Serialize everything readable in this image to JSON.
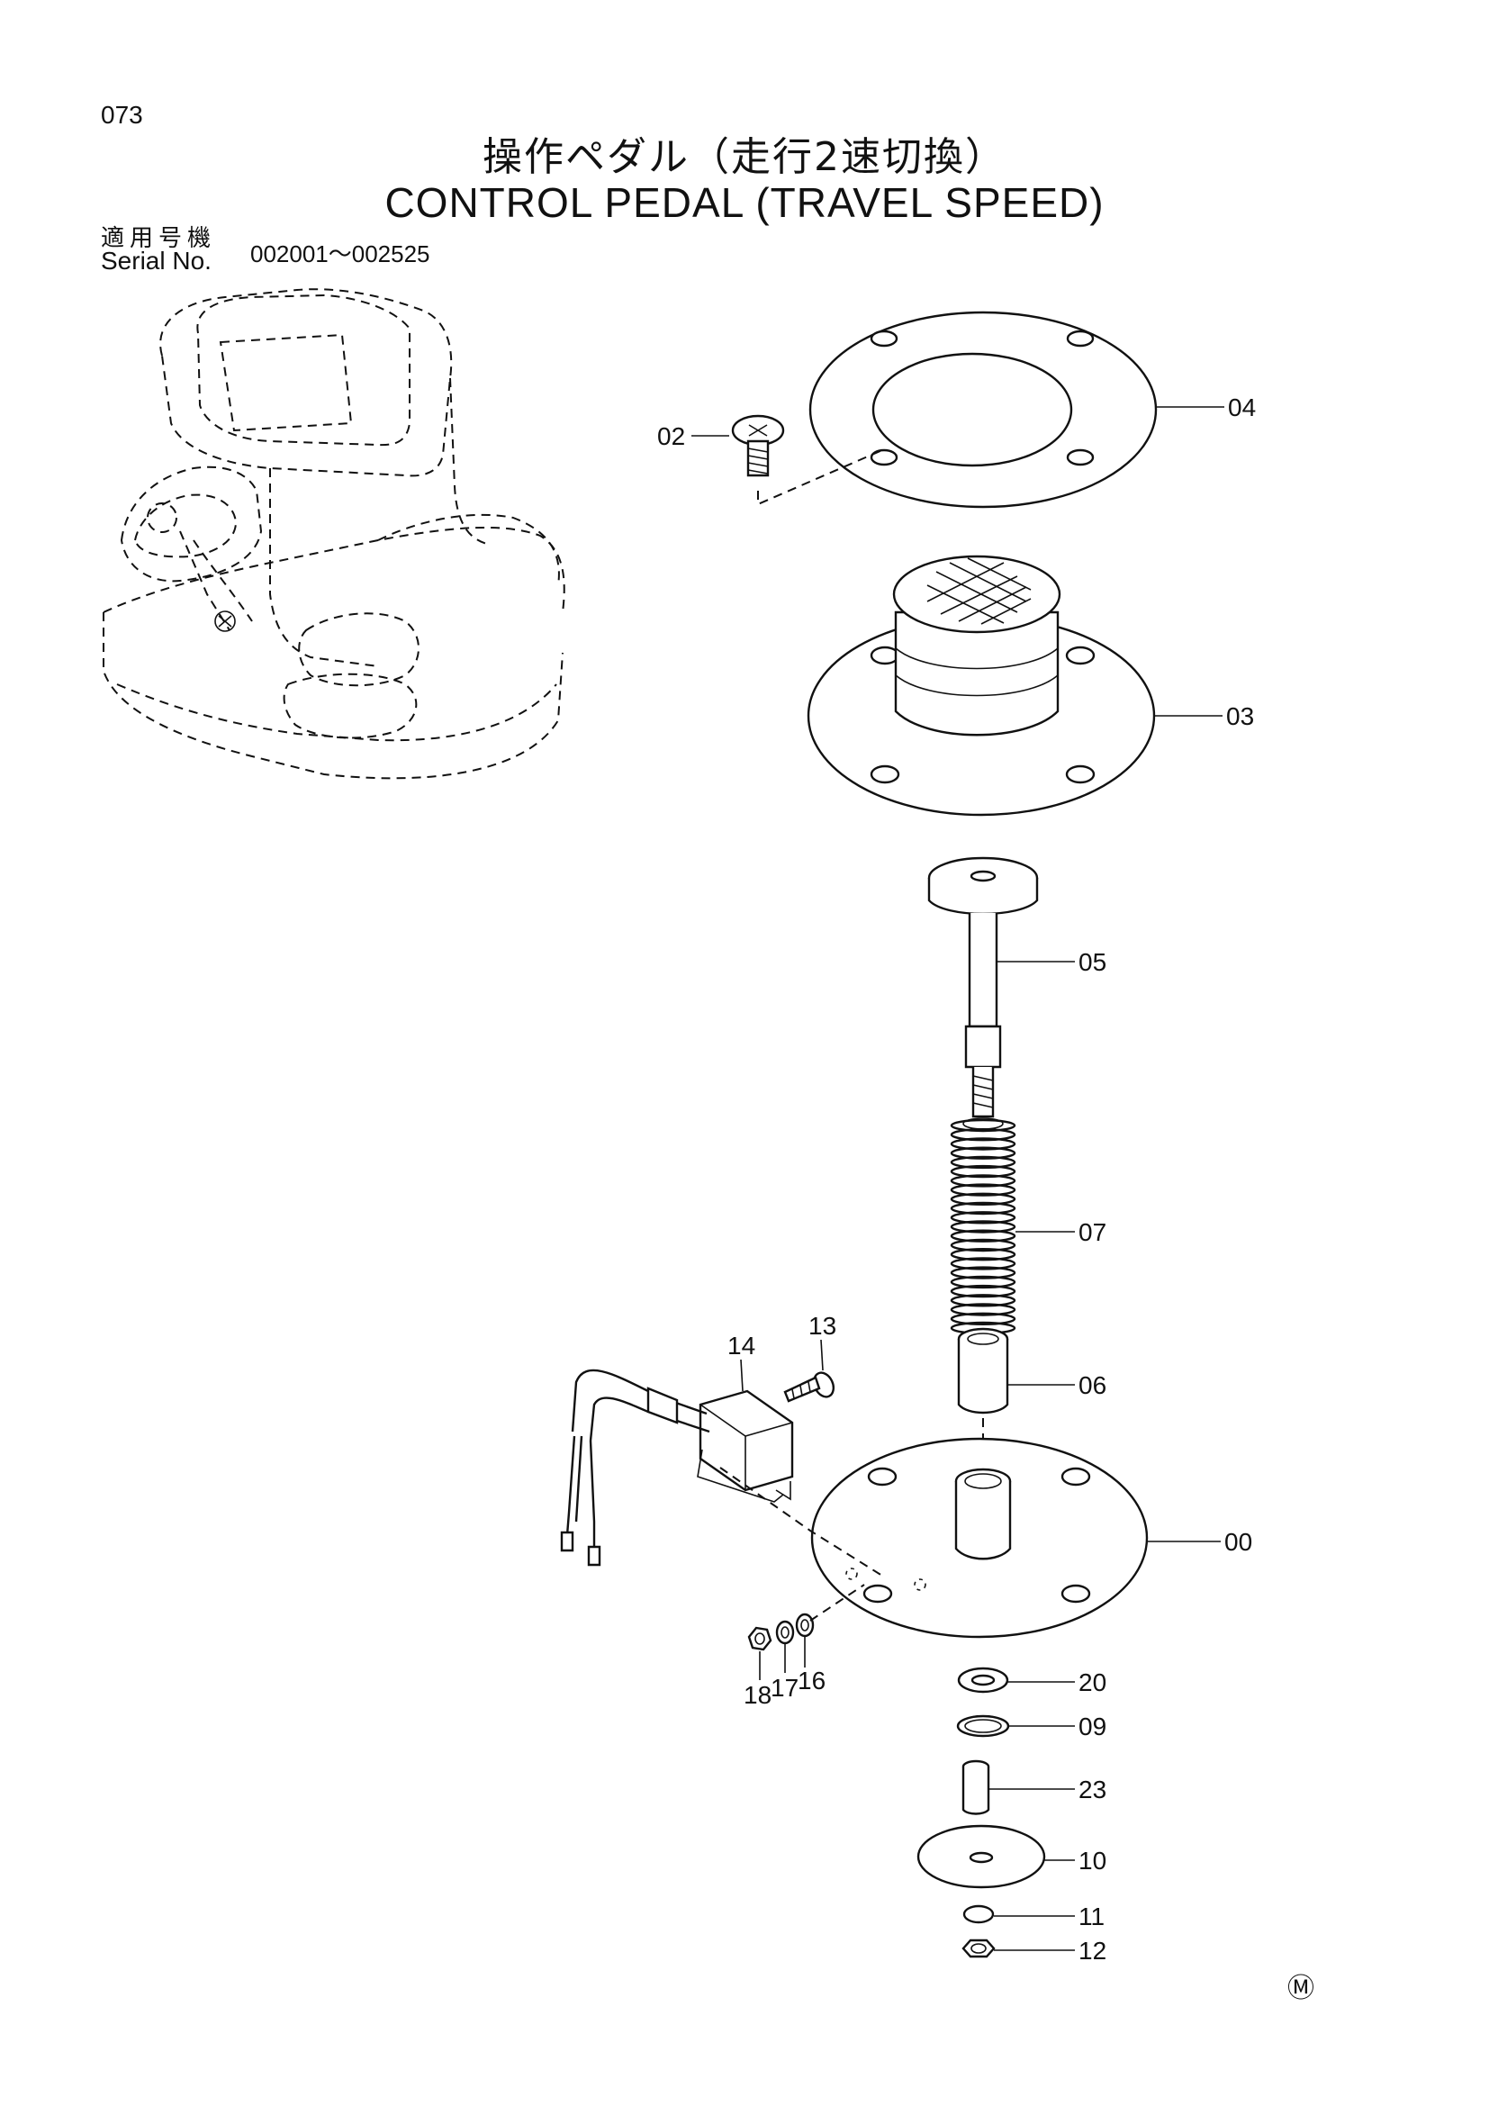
{
  "page_number": "073",
  "title_jp": "操作ペダル（走行2速切換）",
  "title_en": "CONTROL PEDAL (TRAVEL SPEED)",
  "serial_label_jp": "適用号機",
  "serial_label_en": "Serial No.",
  "serial_range": "002001～002525",
  "parts": {
    "p00": "00",
    "p02": "02",
    "p03": "03",
    "p04": "04",
    "p05": "05",
    "p06": "06",
    "p07": "07",
    "p09": "09",
    "p10": "10",
    "p11": "11",
    "p12": "12",
    "p13": "13",
    "p14": "14",
    "p16": "16",
    "p17": "17",
    "p18": "18",
    "p20": "20",
    "p23": "23"
  },
  "mark": "Ⓜ"
}
